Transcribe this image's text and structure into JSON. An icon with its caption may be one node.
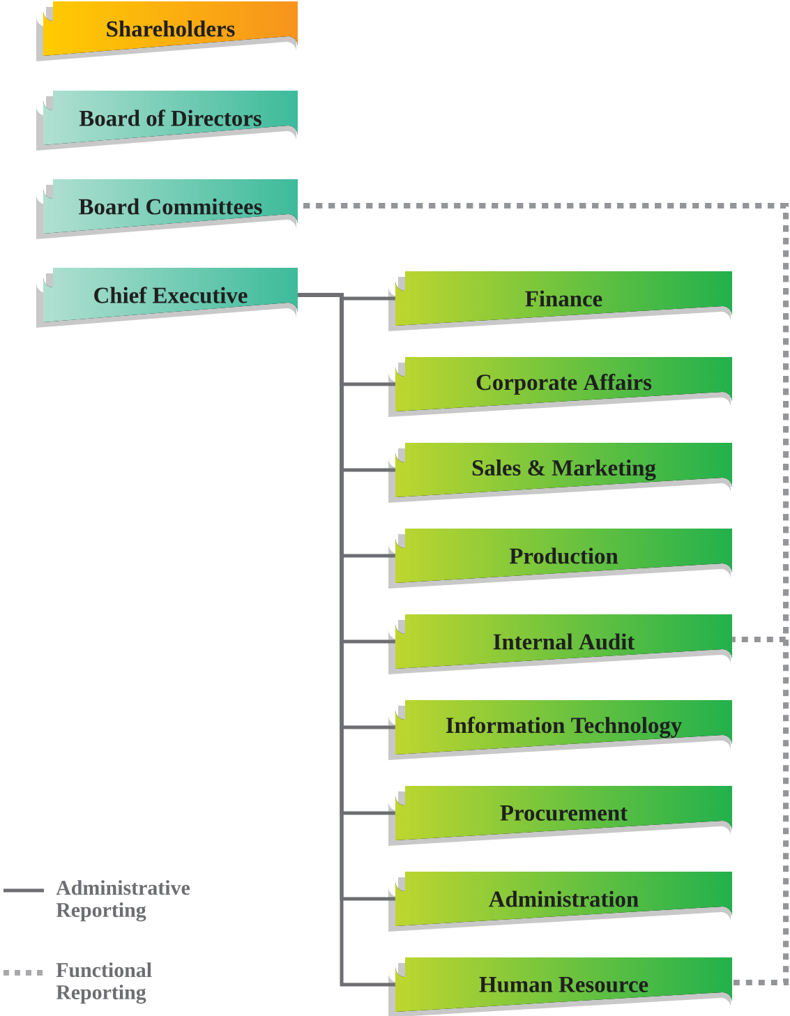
{
  "diagram": {
    "nodes": [
      {
        "text": [
          "Shareholders"
        ]
      },
      {
        "text": [
          "Board of Directors"
        ]
      },
      {
        "text": [
          "Board Committees"
        ]
      },
      {
        "text": [
          "Chief Executive"
        ]
      },
      {
        "text": [
          "Finance"
        ]
      },
      {
        "text": [
          "Corporate Affairs"
        ]
      },
      {
        "text": [
          "Sales & Marketing"
        ]
      },
      {
        "text": [
          "Production"
        ]
      },
      {
        "text": [
          "Internal Audit"
        ]
      },
      {
        "text": [
          "Information Technology"
        ]
      },
      {
        "text": [
          "Procurement"
        ]
      },
      {
        "text": [
          "Administration"
        ]
      },
      {
        "text": [
          "Human Resource"
        ]
      }
    ],
    "edges": [
      {
        "from": 3,
        "to": 4,
        "arrow": "none"
      },
      {
        "from": 3,
        "to": 5,
        "arrow": "none"
      },
      {
        "from": 3,
        "to": 6,
        "arrow": "none"
      },
      {
        "from": 3,
        "to": 7,
        "arrow": "none"
      },
      {
        "from": 3,
        "to": 8,
        "arrow": "none"
      },
      {
        "from": 3,
        "to": 9,
        "arrow": "none"
      },
      {
        "from": 3,
        "to": 10,
        "arrow": "none"
      },
      {
        "from": 3,
        "to": 11,
        "arrow": "none"
      },
      {
        "from": 3,
        "to": 12,
        "arrow": "none"
      },
      {
        "from": 2,
        "to": 8,
        "arrow": "none",
        "style": "dashed",
        "color": "#939598"
      },
      {
        "from": 2,
        "to": 12,
        "arrow": "none",
        "style": "dashed",
        "color": "#939598"
      }
    ],
    "legend": [
      {
        "text": "Administrative Reporting"
      },
      {
        "text": "Functional Reporting"
      }
    ]
  }
}
